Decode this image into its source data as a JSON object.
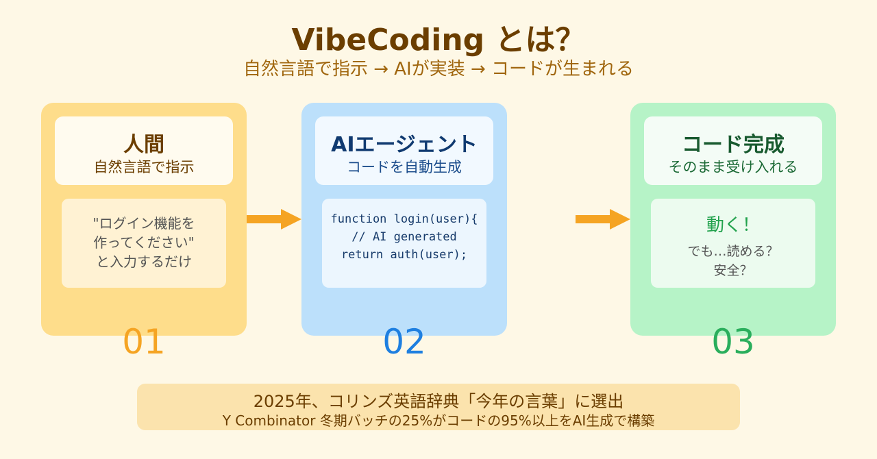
{
  "title": "VibeCoding とは？",
  "subtitle": "自然言語で指示 → AIが実装 → コードが生まれる",
  "steps": [
    {
      "title": "人間",
      "subtitle": "自然言語で指示",
      "lines": [
        "\"ログイン機能を",
        "作ってください\"",
        "と入力するだけ"
      ],
      "number": "01"
    },
    {
      "title": "AIエージェント",
      "subtitle": "コードを自動生成",
      "lines": [
        "function login(user){",
        "// AI generated",
        "return auth(user);"
      ],
      "number": "02"
    },
    {
      "title": "コード完成",
      "subtitle": "そのまま受け入れる",
      "headline": "動く！",
      "lines": [
        "でも…読める？",
        "安全？"
      ],
      "number": "03"
    }
  ],
  "footer": {
    "line1": "2025年、コリンズ英語辞典「今年の言葉」に選出",
    "line2": "Y Combinator 冬期バッチの25%がコードの95%以上をAI生成で構築"
  },
  "colors": {
    "step1": "#fedd8b",
    "step2": "#bce0fb",
    "step3": "#b6f3c7",
    "arrow": "#f5a423"
  }
}
